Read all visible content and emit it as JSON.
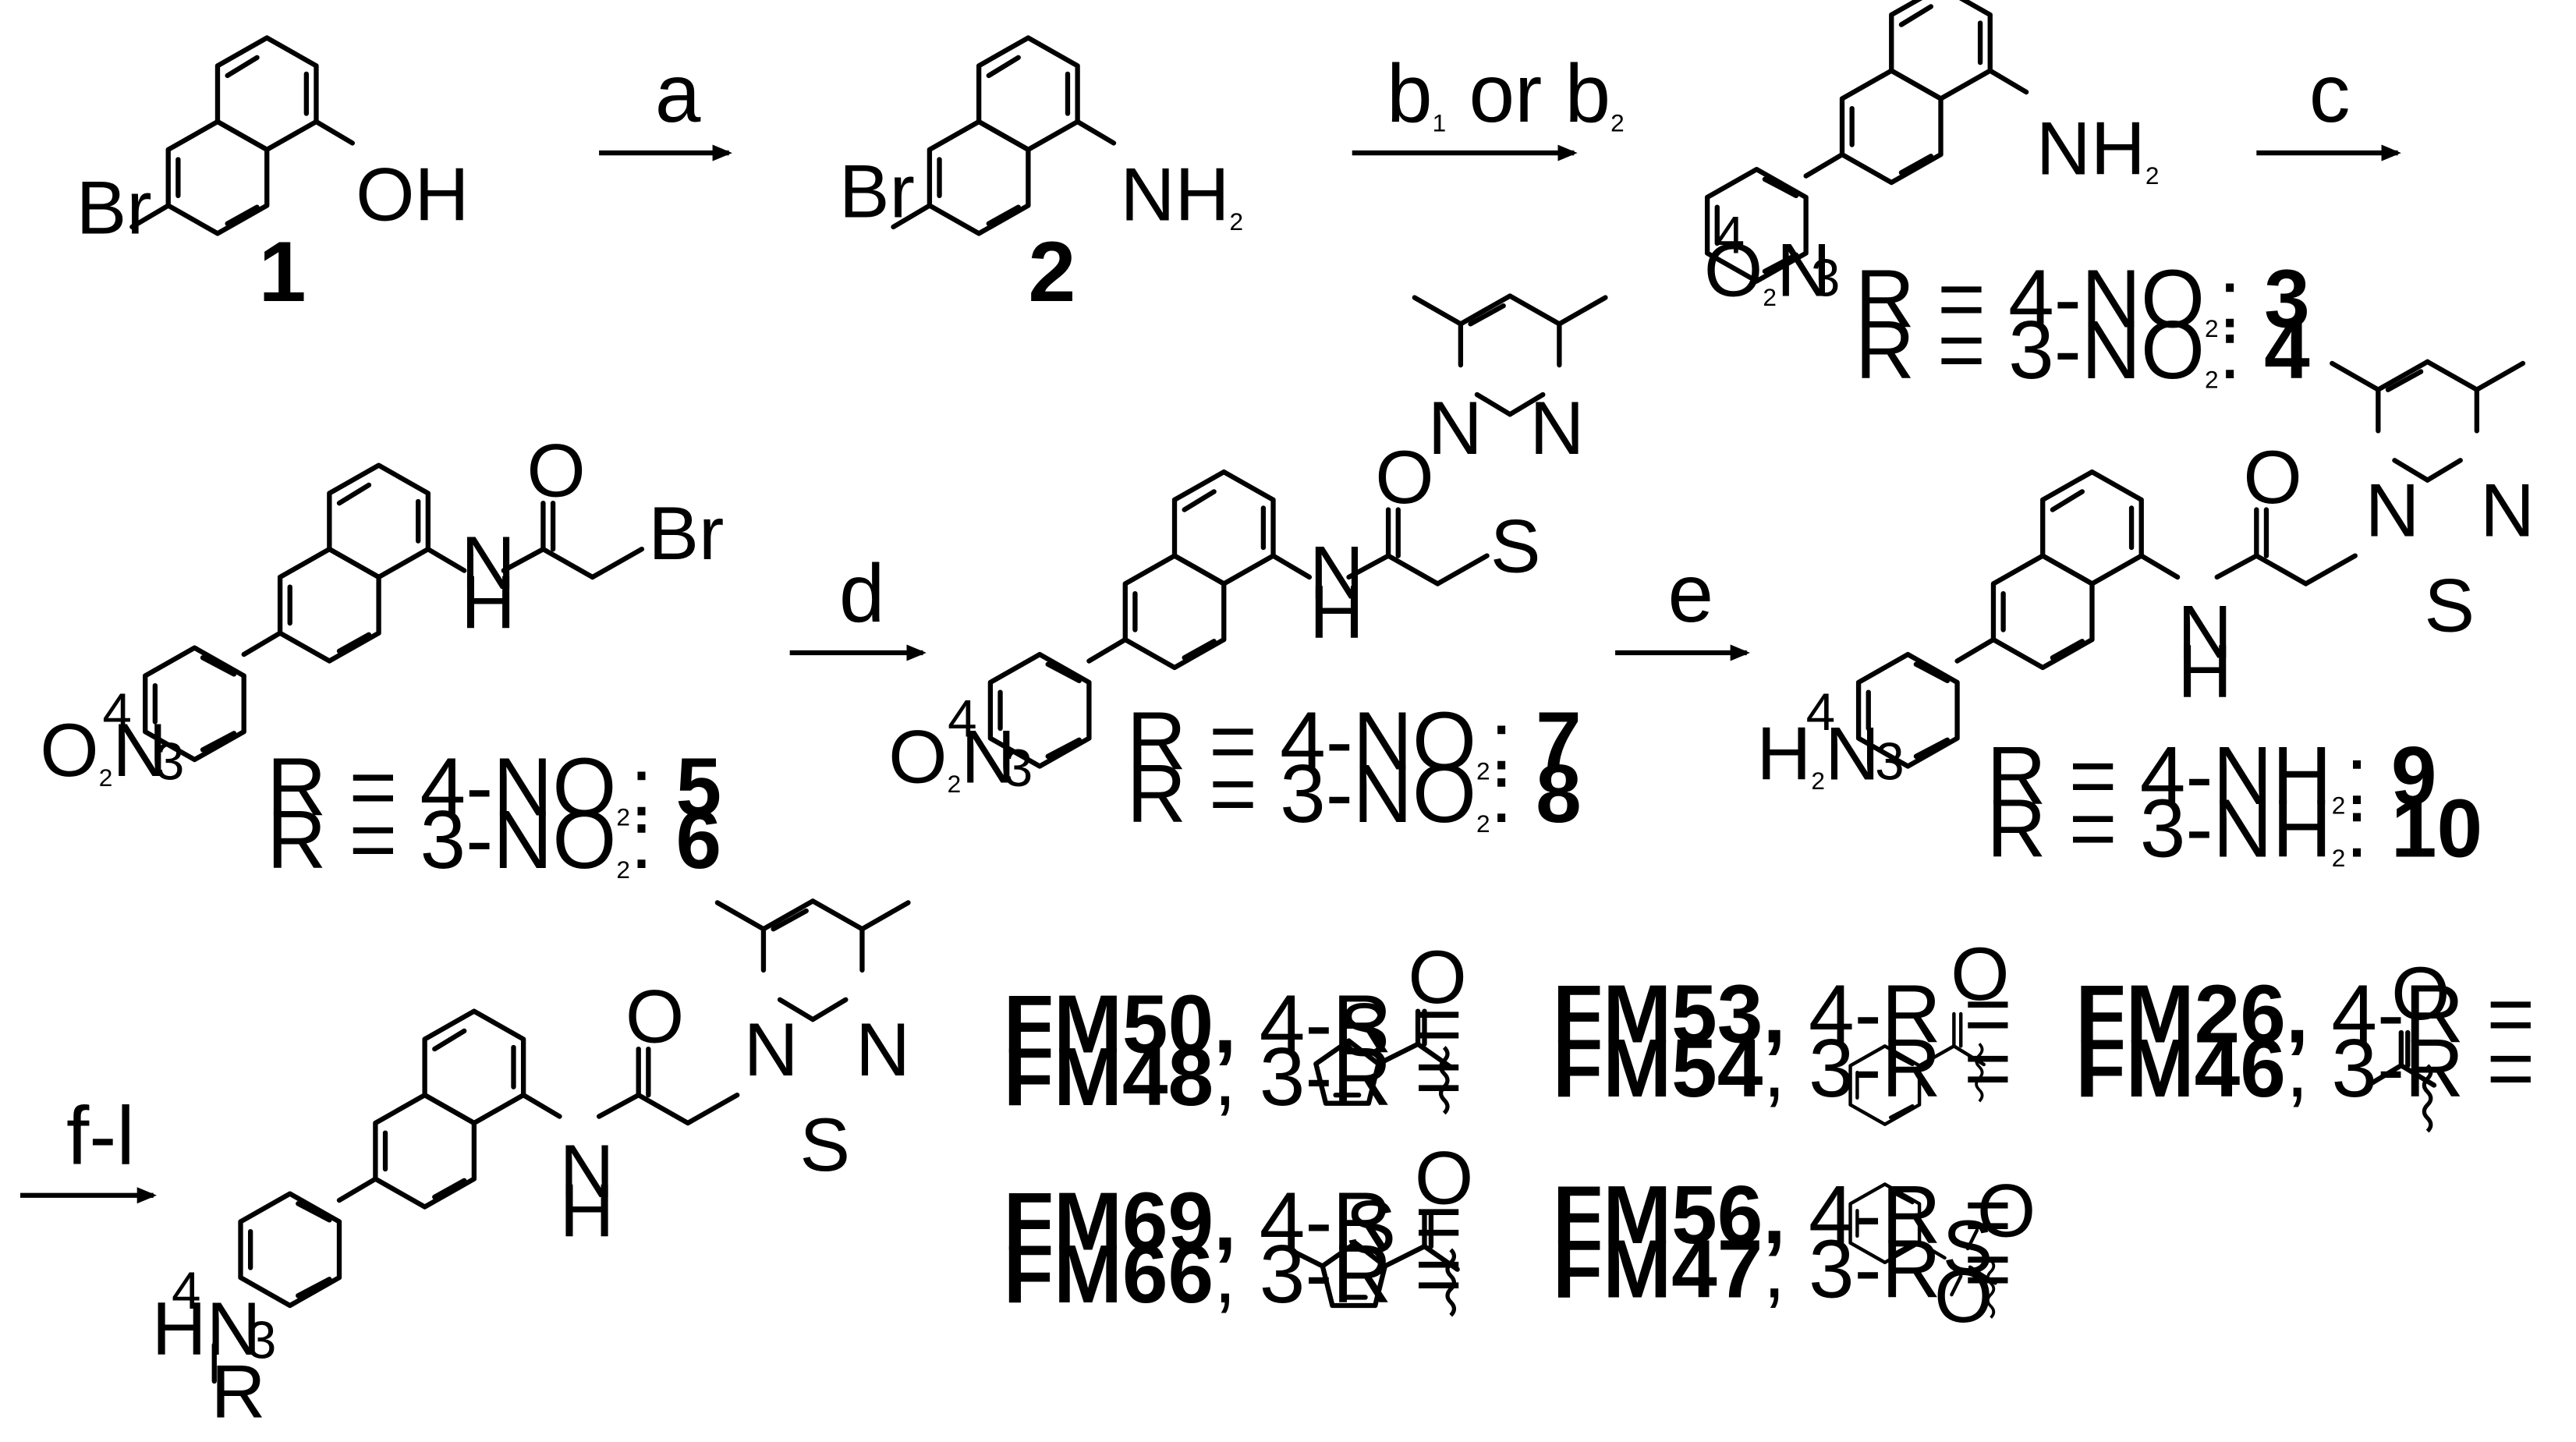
{
  "steps": {
    "a": "a",
    "b": "b",
    "b_sub1": "1",
    "b_or": " or ",
    "b_sub2": "2",
    "c": "c",
    "d": "d",
    "e": "e",
    "fl": "f-l"
  },
  "atoms": {
    "Br": "Br",
    "OH": "OH",
    "NH": "NH",
    "sub2": "2",
    "H": "H",
    "O": "O",
    "N": "N",
    "S": "S",
    "O2N_O": "O",
    "HN": "HN",
    "R": "R",
    "H2N_H": "H",
    "pos4": "4",
    "pos3": "3"
  },
  "compounds": {
    "c1": "1",
    "c2": "2"
  },
  "rlabels": {
    "r3_pre": "R = 4-NO",
    "r3_post": ": ",
    "r3_num": "3",
    "r4_pre": "R = 3-NO",
    "r4_num": "4",
    "r5_pre": "R = 4-NO",
    "r5_num": "5",
    "r6_pre": "R = 3-NO",
    "r6_num": "6",
    "r7_pre": "R = 4-NO",
    "r7_num": "7",
    "r8_pre": "R = 3-NO",
    "r8_num": "8",
    "r9_pre": "R = 4-NH",
    "r9_num": "9",
    "r10_pre": "R = 3-NH",
    "r10_num": "10"
  },
  "fm": {
    "fm50": "FM50,",
    "fm50_r": " 4-R =",
    "fm48": "FM48",
    "fm48_r": ", 3-R =",
    "fm53": "FM53,",
    "fm53_r": " 4-R =",
    "fm54": "FM54",
    "fm54_r": ", 3-R =",
    "fm26": "FM26,",
    "fm26_r": " 4-R =",
    "fm46": "FM46",
    "fm46_r": ", 3-R =",
    "fm69": "FM69,",
    "fm69_r": " 4-R =",
    "fm66": "FM66",
    "fm66_r": ", 3-R =",
    "fm56": "FM56,",
    "fm56_r": " 4-R =",
    "fm47": "FM47",
    "fm47_r": ", 3-R ="
  }
}
